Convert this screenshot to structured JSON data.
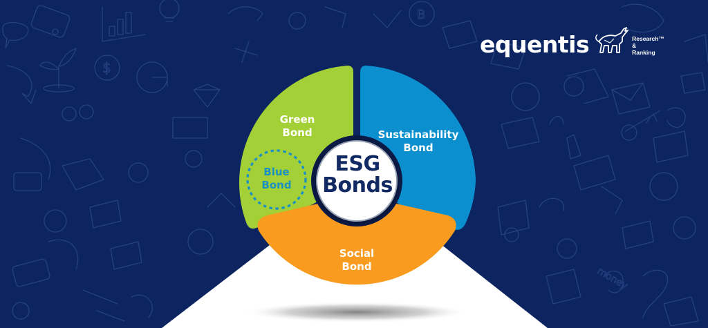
{
  "brand": {
    "name": "equentis",
    "tagline_lines": [
      "Research™",
      "&",
      "Ranking"
    ],
    "logo_icon": "bull-icon"
  },
  "diagram": {
    "title_lines": [
      "ESG",
      "Bonds"
    ],
    "segments": [
      {
        "id": "green",
        "label_lines": [
          "Green",
          "Bond"
        ],
        "color": "#a3d036"
      },
      {
        "id": "sustainability",
        "label_lines": [
          "Sustainability",
          "Bond"
        ],
        "color": "#0b8fce"
      },
      {
        "id": "social",
        "label_lines": [
          "Social",
          "Bond"
        ],
        "color": "#f89b1e"
      }
    ],
    "sub_segment": {
      "parent": "green",
      "label_lines": [
        "Blue",
        "Bond"
      ],
      "color": "#1c8fc4",
      "style": "dashed-circle"
    }
  },
  "colors": {
    "background": "#0c2460",
    "center_circle": "#ffffff",
    "center_ring": "#0a1a45",
    "center_text": "#112a63",
    "pedestal": "#ffffff",
    "doodle_stroke": "#2a4584"
  }
}
